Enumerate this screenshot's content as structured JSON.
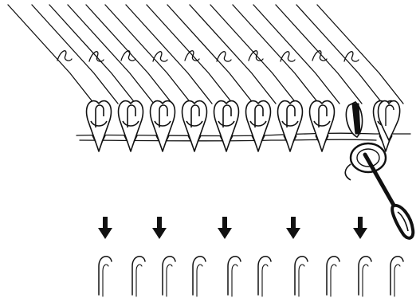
{
  "illustration": {
    "subject": "knitting-machine-needles-and-stitches",
    "stitch_count": 10,
    "needle_count": 10,
    "arrow_count": 5,
    "transfer_tool_icon": "transfer-tool-icon",
    "arrow_icon": "down-arrow-icon",
    "needle_icon": "latch-needle-icon",
    "ink_color": "#111111",
    "paper_color": "#ffffff"
  }
}
